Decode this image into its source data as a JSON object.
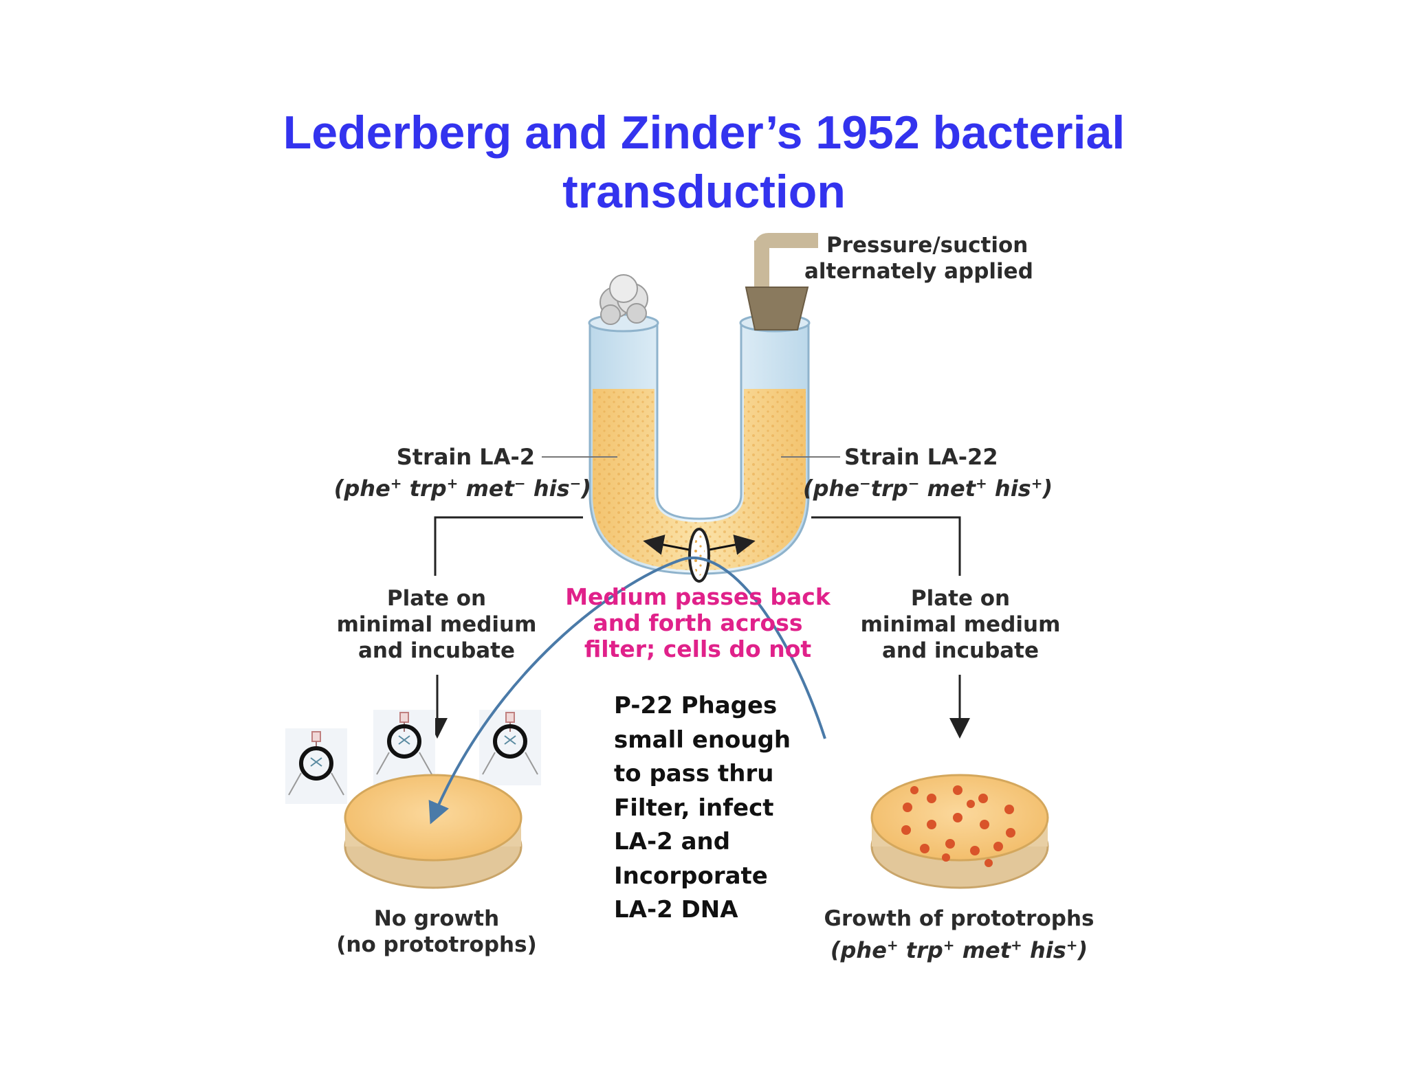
{
  "title": {
    "line1": "Lederberg and Zinder’s 1952  bacterial",
    "line2": "transduction"
  },
  "pressure": {
    "line1": "Pressure/suction",
    "line2": "alternately applied"
  },
  "left_strain": {
    "name": "Strain LA-2",
    "genotype": [
      {
        "gene": "phe",
        "sign": "+"
      },
      {
        "gene": "trp",
        "sign": "+"
      },
      {
        "gene": "met",
        "sign": "−"
      },
      {
        "gene": "his",
        "sign": "−"
      }
    ]
  },
  "right_strain": {
    "name": "Strain LA-22",
    "genotype": [
      {
        "gene": "phe",
        "sign": "−"
      },
      {
        "gene": "trp",
        "sign": "−"
      },
      {
        "gene": "met",
        "sign": "+"
      },
      {
        "gene": "his",
        "sign": "+"
      }
    ]
  },
  "plate_left": {
    "line1": "Plate on",
    "line2": "minimal medium",
    "line3": "and incubate"
  },
  "plate_right": {
    "line1": "Plate on",
    "line2": "minimal medium",
    "line3": "and incubate"
  },
  "medium": {
    "line1": "Medium passes back",
    "line2": "and forth across",
    "line3": "filter; cells do not"
  },
  "phage_note": [
    "P-22 Phages",
    "small enough",
    "to pass thru",
    "Filter, infect",
    "LA-2 and",
    "Incorporate",
    "LA-2 DNA"
  ],
  "result_left": {
    "line1": "No growth",
    "line2": "(no prototrophs)"
  },
  "result_right": {
    "line1": "Growth of prototrophs",
    "genotype": [
      {
        "gene": "phe",
        "sign": "+"
      },
      {
        "gene": "trp",
        "sign": "+"
      },
      {
        "gene": "met",
        "sign": "+"
      },
      {
        "gene": "his",
        "sign": "+"
      }
    ]
  },
  "colors": {
    "title": "#3333ee",
    "medium_text": "#e0218a",
    "arrow": "#4a7aa8",
    "broth": "#f6cf86",
    "colony": "#d9542a"
  }
}
